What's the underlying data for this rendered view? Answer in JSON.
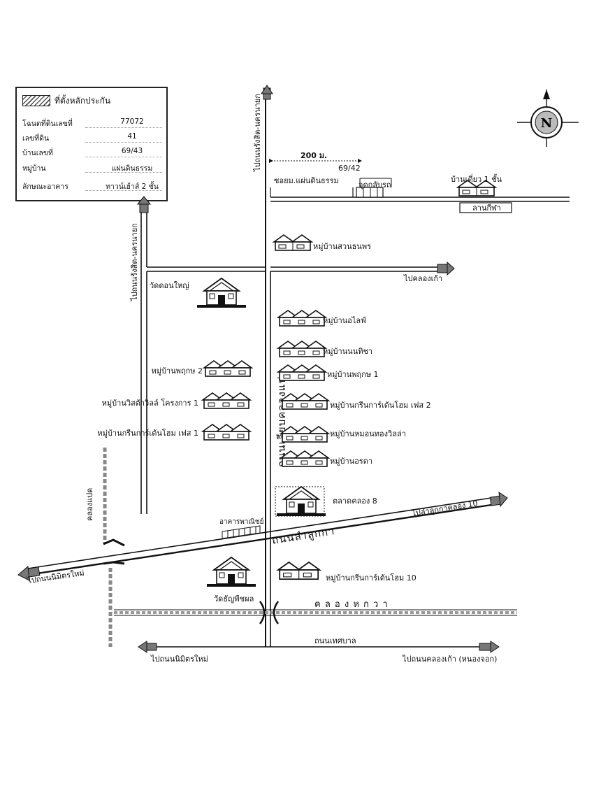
{
  "legend": {
    "title": "ที่ตั้งหลักประกัน",
    "rows": [
      {
        "key": "โฉนดที่ดินเลขที่",
        "value": "77072"
      },
      {
        "key": "เลขที่ดิน",
        "value": "41"
      },
      {
        "key": "บ้านเลขที่",
        "value": "69/43"
      },
      {
        "key": "หมู่บ้าน",
        "value": "แผ่นดินธรรม"
      },
      {
        "key": "ลักษณะอาคาร",
        "value": "ทาวน์เฮ้าส์ 2  ชั้น"
      }
    ]
  },
  "compass": {
    "label": "N"
  },
  "roads": {
    "north_main": "ไปถนนรังสิต-นครนายก",
    "north_left": "ไปถนนรังสิต-นครนายก",
    "to_klong_kao": "ไปคลองเก้า",
    "klong8_road": "ถนนเลียบคลองแปด",
    "lamlukka": "ถนนลำลูกกา",
    "to_lamlukka": "ไปลำลูกกาคลอง 10",
    "to_nimit_upper": "ไปถนนนิมิตรใหม่",
    "to_nimit_lower": "ไปถนนนิมิตรใหม่",
    "municipal": "ถนนเทศบาล",
    "to_klong_kao_lower": "ไปถนนคลองเก้า (หนองจอก)",
    "distance": "200 ม."
  },
  "water": {
    "klong_paet": "คลองแปด",
    "klong_hok_wa": "ค ล อ ง ห ก ว า"
  },
  "places": {
    "soi": "ซอยม.แผ่นดินธรรม",
    "house_no": "69/42",
    "turnaround": "จุดกลับรถ",
    "single_house": "บ้านเดี่ยว 1 ชั้น",
    "sports_field": "ลานกีฬา",
    "suan_thanaphon": "หมู่บ้านสวนธนพร",
    "wat_don_yai": "วัดดอนใหญ่",
    "a_life": "หมู่บ้านอไลฟ์",
    "nanthicha": "หมู่บ้านนนทิชา",
    "pruksa2": "หมู่บ้านพฤกษ 2",
    "pruksa1": "หมู่บ้านพฤกษ 1",
    "vista": "หมู่บ้านวิสต้าวิลล์ โครงการ 1",
    "green_home2": "หมู่บ้านกรีนการ์เด้นโฮม เฟส 2",
    "green_home1": "หมู่บ้านกรีนการ์เด้นโฮม เฟส 1",
    "mon_thong": "หมู่บ้านหมอนทองวิลล่า",
    "orada": "หมู่บ้านอรดา",
    "market": "ตลาดคลอง 8",
    "commercial": "อาคารพาณิชย์",
    "wat_thanya": "วัดธัญพืชผล",
    "green_home10": "หมู่บ้านกรีนการ์เด้นโฮม 10"
  }
}
